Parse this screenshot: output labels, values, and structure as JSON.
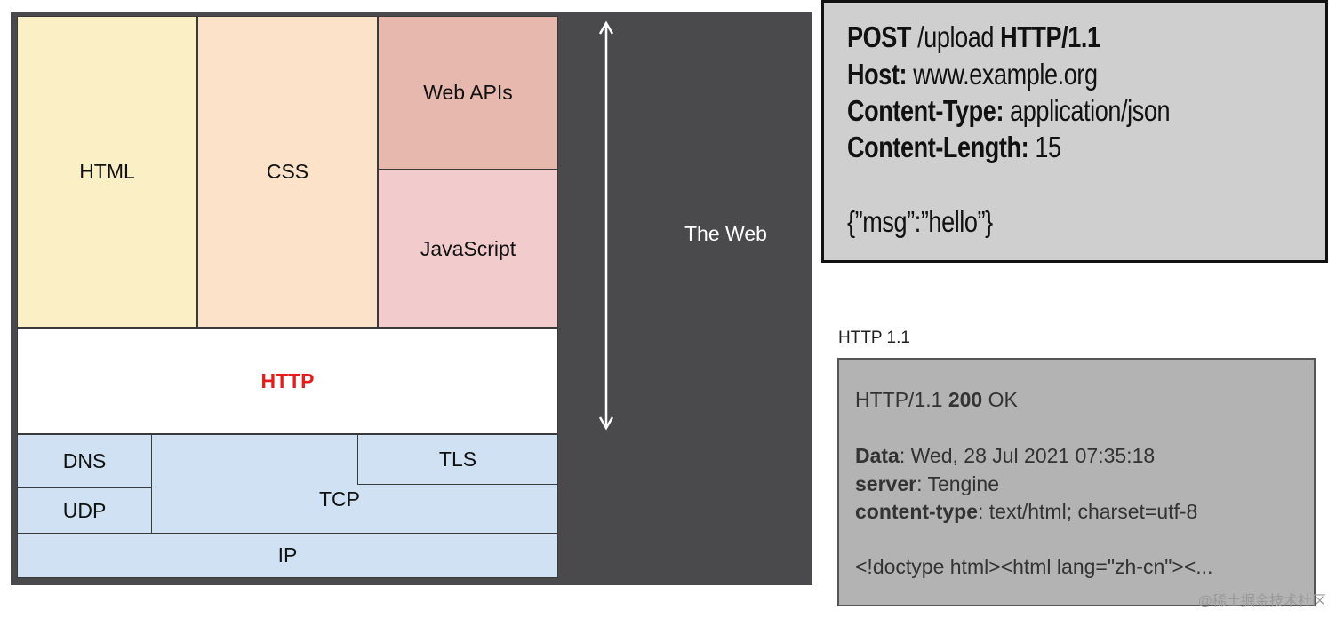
{
  "stack": {
    "html": "HTML",
    "css": "CSS",
    "web_apis": "Web APIs",
    "javascript": "JavaScript",
    "http": "HTTP",
    "dns": "DNS",
    "udp": "UDP",
    "tls": "TLS",
    "tcp": "TCP",
    "ip": "IP"
  },
  "web_label": "The Web",
  "request": {
    "method": "POST",
    "path": "/upload",
    "version": "HTTP/1.1",
    "host_key": "Host:",
    "host_val": "www.example.org",
    "ctype_key": "Content-Type:",
    "ctype_val": "application/json",
    "clen_key": "Content-Length:",
    "clen_val": "15",
    "body": "{”msg”:”hello”}"
  },
  "response": {
    "title": "HTTP 1.1",
    "status_proto": "HTTP/1.1",
    "status_code": "200",
    "status_text": "OK",
    "data_key": "Data",
    "data_val": ": Wed, 28 Jul 2021 07:35:18",
    "server_key": "server",
    "server_val": ": Tengine",
    "ctype_key": "content-type",
    "ctype_val": ": text/html; charset=utf-8",
    "body": "<!doctype html><html lang=\"zh-cn\"><..."
  },
  "credit": "@稀土掘金技术社区",
  "colors": {
    "panel": "#4a4a4d",
    "http": "#e51c1c",
    "html_bg": "#fbefc6",
    "css_bg": "#fbe2c8",
    "webapi_bg": "#e6b8ae",
    "js_bg": "#f2cccc",
    "net_bg": "#cfe1f2",
    "req_bg": "#cfcfcf",
    "resp_bg": "#b3b3b3"
  }
}
